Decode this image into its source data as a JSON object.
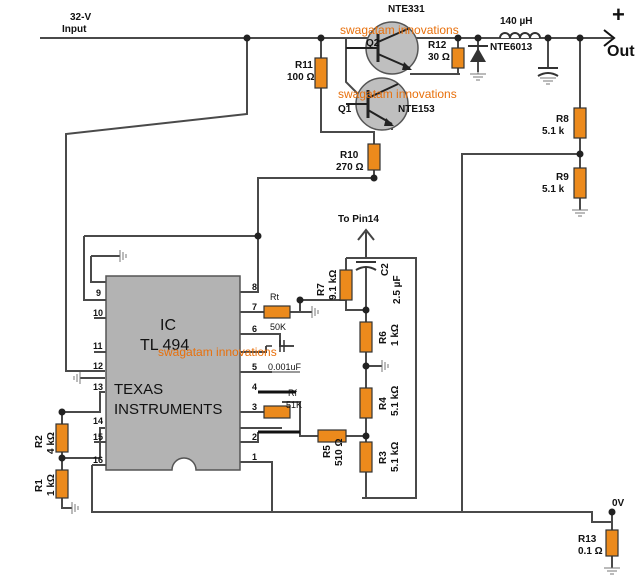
{
  "input": {
    "voltage": "32-V",
    "label": "Input"
  },
  "output": {
    "plus": "+",
    "label": "Out",
    "zero": "0V"
  },
  "inductor": {
    "value": "140 µH"
  },
  "diode": {
    "name": "NTE6013"
  },
  "to_pin": "To Pin14",
  "transistors": {
    "q1": {
      "ref": "Q1",
      "name": "NTE153"
    },
    "q2": {
      "ref": "Q2",
      "name": "NTE331"
    }
  },
  "resistors": {
    "r1": {
      "ref": "R1",
      "value": "1 kΩ"
    },
    "r2": {
      "ref": "R2",
      "value": "4 kΩ"
    },
    "r3": {
      "ref": "R3",
      "value": "5.1 kΩ"
    },
    "r4": {
      "ref": "R4",
      "value": "5.1 kΩ"
    },
    "r5": {
      "ref": "R5",
      "value": "510 Ω"
    },
    "r6": {
      "ref": "R6",
      "value": "1 kΩ"
    },
    "r7": {
      "ref": "R7",
      "value": "9.1 kΩ"
    },
    "r8": {
      "ref": "R8",
      "value": "5.1 k"
    },
    "r9": {
      "ref": "R9",
      "value": "5.1 k"
    },
    "r10": {
      "ref": "R10",
      "value": "270 Ω"
    },
    "r11": {
      "ref": "R11",
      "value": "100 Ω"
    },
    "r12": {
      "ref": "R12",
      "value": "30 Ω"
    },
    "r13": {
      "ref": "R13",
      "value": "0.1 Ω"
    },
    "rt": {
      "ref": "Rt",
      "value": "50K"
    },
    "rf": {
      "ref": "Rf",
      "value": "51K"
    }
  },
  "capacitors": {
    "c2": {
      "ref": "C2",
      "value": "2.5 µF"
    },
    "ct": {
      "value": "0.001uF"
    }
  },
  "ic": {
    "line1": "IC",
    "line2": "TL 494",
    "maker1": "TEXAS",
    "maker2": "INSTRUMENTS",
    "pins_left": [
      "9",
      "10",
      "11",
      "12",
      "13",
      "14",
      "15",
      "16"
    ],
    "pins_right": [
      "8",
      "7",
      "6",
      "5",
      "4",
      "3",
      "2",
      "1"
    ]
  },
  "watermarks": [
    "swagatam innovations",
    "swagatam innovations",
    "swagatam innovations"
  ]
}
